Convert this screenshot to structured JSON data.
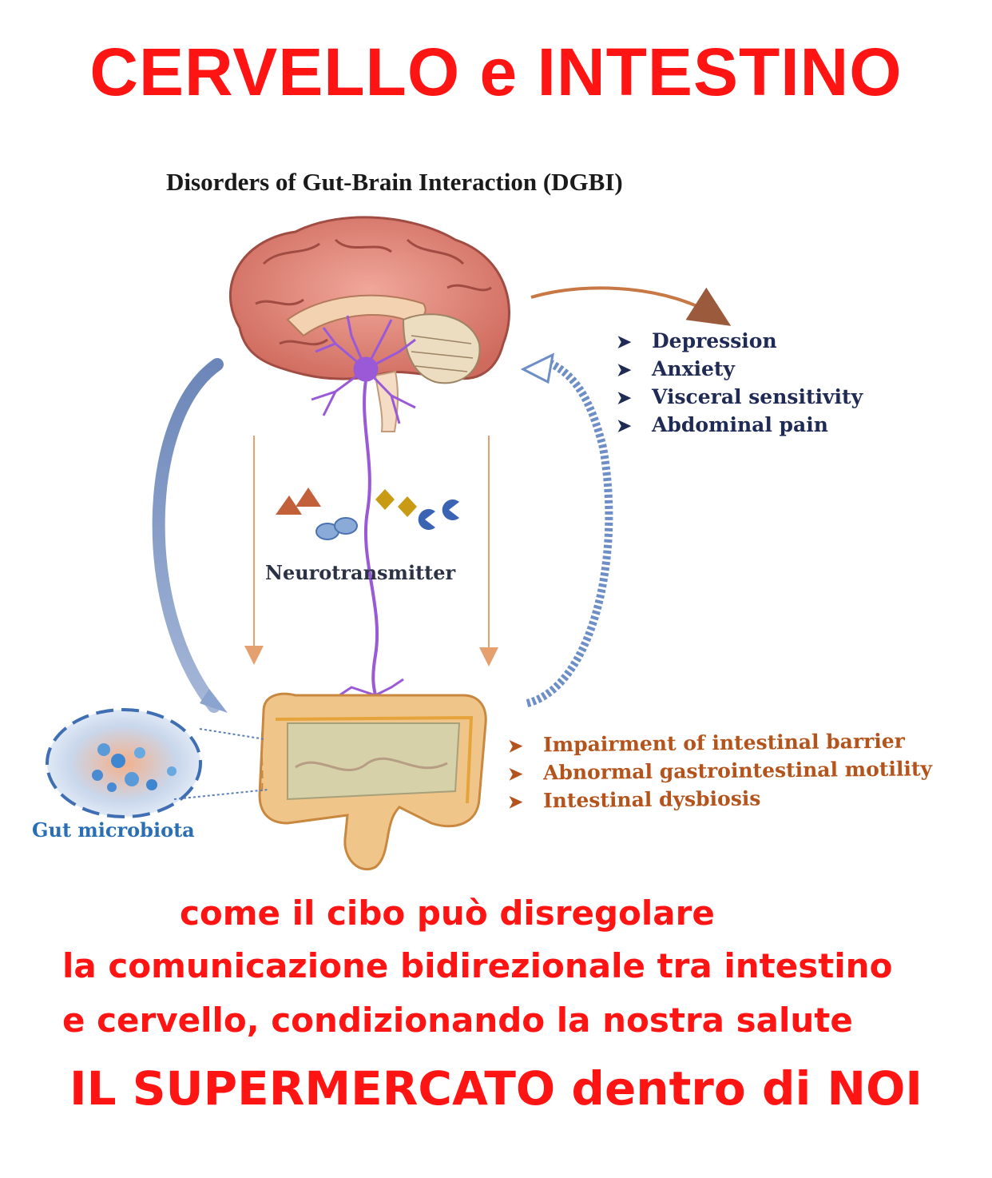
{
  "header": {
    "title": "CERVELLO e INTESTINO"
  },
  "diagram": {
    "subtitle": "Disorders of Gut-Brain Interaction (DGBI)",
    "brain_effects": [
      "Depression",
      "Anxiety",
      "Visceral sensitivity",
      "Abdominal pain"
    ],
    "gut_effects": [
      "Impairment of intestinal barrier",
      "Abnormal gastrointestinal motility",
      "Intestinal dysbiosis"
    ],
    "neurotransmitter_label": "Neurotransmitter",
    "microbiota_label": "Gut microbiota",
    "bullet_glyph": "➤"
  },
  "body_text": {
    "line1": "come il cibo può disregolare",
    "line2": "la comunicazione bidirezionale tra intestino",
    "line3": "e cervello, condizionando la nostra salute"
  },
  "footer": {
    "text": "IL SUPERMERCATO dentro di NOI"
  }
}
